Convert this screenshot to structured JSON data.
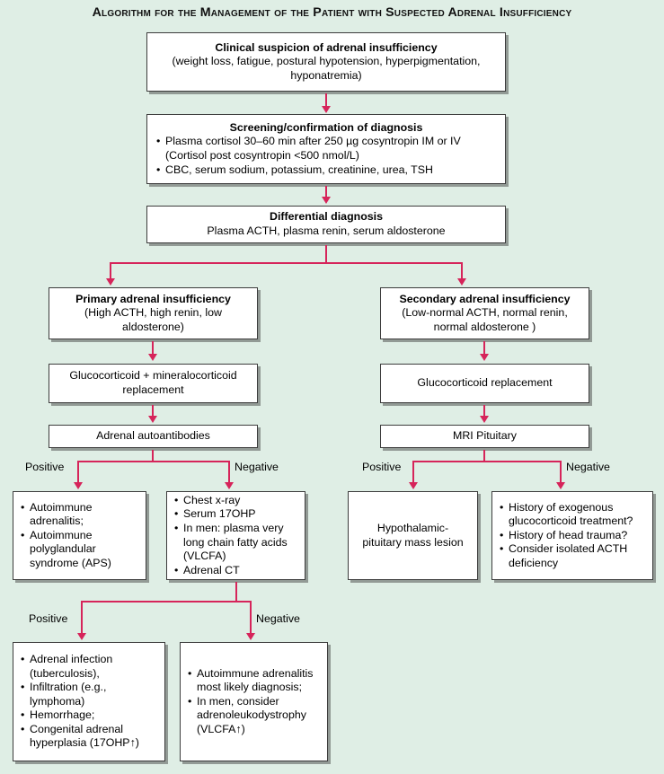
{
  "title": "Algorithm for the Management of the Patient with Suspected Adrenal Insufficiency",
  "colors": {
    "background": "#dfeee5",
    "arrow": "#d6245a",
    "box_fill": "#ffffff",
    "box_border": "#3c3c3c",
    "shadow": "#787e7a",
    "text": "#000000"
  },
  "nodes": {
    "clinical_suspicion": {
      "heading": "Clinical suspicion of adrenal insufficiency",
      "line2": "(weight loss, fatigue, postural hypotension, hyperpigmentation,",
      "line3": "hyponatremia)"
    },
    "screening": {
      "heading": "Screening/confirmation of diagnosis",
      "bullets": [
        "Plasma cortisol 30–60 min after 250 µg cosyntropin IM or IV",
        "CBC, serum sodium, potassium, creatinine, urea, TSH"
      ],
      "bullet1_cont": "(Cortisol post cosyntropin <500 nmol/L)"
    },
    "differential": {
      "heading": "Differential diagnosis",
      "line2": "Plasma ACTH, plasma renin, serum aldosterone"
    },
    "primary_ai": {
      "heading": "Primary adrenal insufficiency",
      "line2": "(High ACTH, high renin, low",
      "line3": "aldosterone)"
    },
    "secondary_ai": {
      "heading": "Secondary adrenal insufficiency",
      "line2": "(Low-normal ACTH, normal renin,",
      "line3": "normal aldosterone )"
    },
    "gc_mc_replacement": {
      "line1": "Glucocorticoid + mineralocorticoid",
      "line2": "replacement"
    },
    "gc_replacement": {
      "line1": "Glucocorticoid replacement"
    },
    "adrenal_autoantibodies": {
      "line1": "Adrenal autoantibodies"
    },
    "mri_pituitary": {
      "line1": "MRI Pituitary"
    },
    "autoimmune_adrenalitis": {
      "bullets": [
        "Autoimmune adrenalitis;",
        "Autoimmune polyglandular syndrome (APS)"
      ]
    },
    "chest_xray": {
      "bullets": [
        "Chest x-ray",
        "Serum 17OHP",
        "In men: plasma very long chain fatty acids (VLCFA)",
        "Adrenal CT"
      ]
    },
    "hypothalamic_mass": {
      "line1": "Hypothalamic-",
      "line2": "pituitary mass lesion"
    },
    "exogenous_history": {
      "bullets": [
        "History of exogenous glucocorticoid treatment?",
        "History of head trauma?",
        "Consider isolated ACTH deficiency"
      ]
    },
    "adrenal_infection": {
      "bullets": [
        "Adrenal infection (tuberculosis),",
        "Infiltration (e.g., lymphoma)",
        "Hemorrhage;",
        "Congenital adrenal hyperplasia (17OHP↑)"
      ]
    },
    "autoimmune_likely": {
      "bullets": [
        "Autoimmune adrenalitis most likely diagnosis;",
        "In men, consider adrenoleukodystrophy (VLCFA↑)"
      ]
    }
  },
  "branch_labels": {
    "autoantibodies_positive": "Positive",
    "autoantibodies_negative": "Negative",
    "mri_positive": "Positive",
    "mri_negative": "Negative",
    "workup_positive": "Positive",
    "workup_negative": "Negative"
  }
}
